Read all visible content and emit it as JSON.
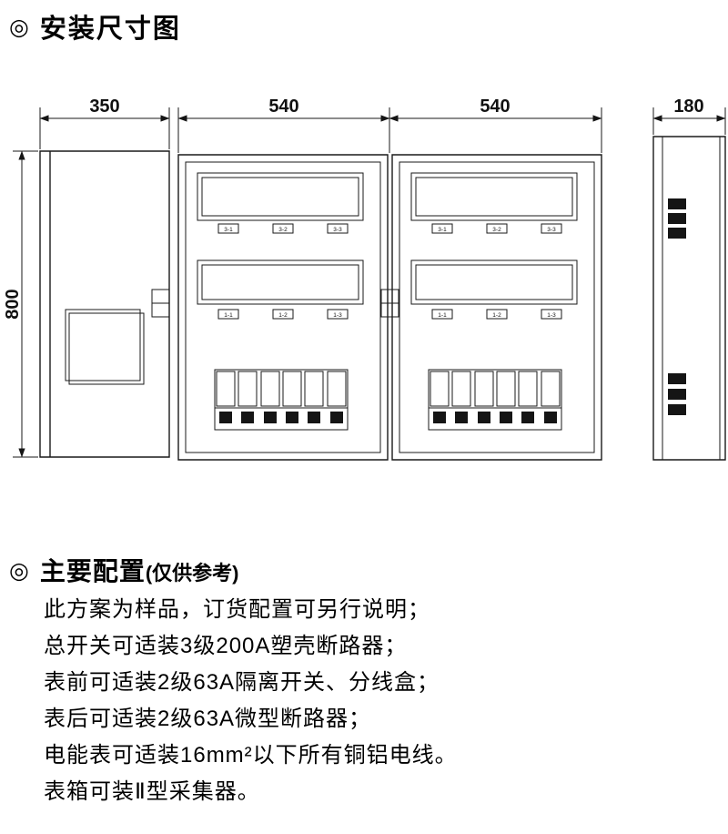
{
  "header": {
    "bullet": "◎",
    "title": "安装尺寸图"
  },
  "drawing": {
    "dims": {
      "w_left": "350",
      "w_mid": "540",
      "w_right": "540",
      "depth": "180",
      "height": "800"
    },
    "tags_top": [
      "3-1",
      "3-2",
      "3-3"
    ],
    "tags_bottom": [
      "1-1",
      "1-2",
      "1-3"
    ]
  },
  "config": {
    "bullet": "◎",
    "title": "主要配置",
    "note": "(仅供参考)",
    "lines": [
      "此方案为样品，订货配置可另行说明；",
      "总开关可适装3级200A塑壳断路器；",
      "表前可适装2级63A隔离开关、分线盒；",
      "表后可适装2级63A微型断路器；",
      "电能表可适装16mm²以下所有铜铝电线。",
      "表箱可装Ⅱ型采集器。"
    ]
  }
}
